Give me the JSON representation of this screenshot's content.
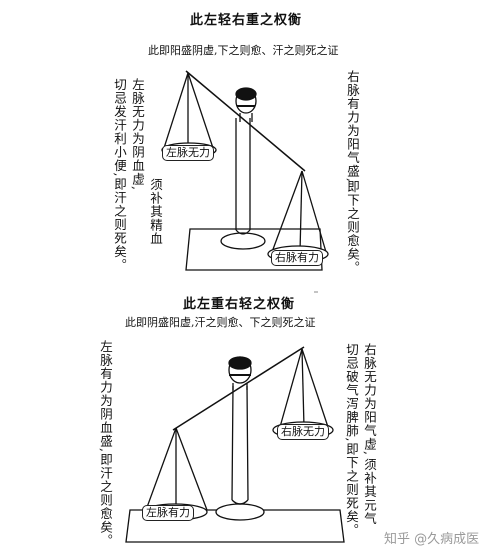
{
  "diagram1": {
    "title": "此左轻右重之权衡",
    "subtitle": "此即阳盛阴虚,下之则愈、汗之则死之证",
    "left_col1": "左脉无力为阴血虚,",
    "left_col2": "切忌发汗利小便,即汗之则死矣。",
    "left_col3": "须补其精血",
    "right_col1": "右脉有力为阳气盛,",
    "right_col2": "即下之则愈矣。",
    "left_pan_label": "左脉无力",
    "right_pan_label": "右脉有力"
  },
  "diagram2": {
    "title": "此左重右轻之权衡",
    "subtitle": "此即阴盛阳虚,汗之则愈、下之则死之证",
    "left_col1": "左脉有力为阴血盛,",
    "left_col2": "即汗之则愈矣。",
    "right_col1": "右脉无力为阳气虚,",
    "right_col2": "切忌破气泻脾肺,即下之则死矣。",
    "right_col3": "须补其元气",
    "left_pan_label": "左脉有力",
    "right_pan_label": "右脉无力"
  },
  "watermark": "知乎 @久病成医"
}
